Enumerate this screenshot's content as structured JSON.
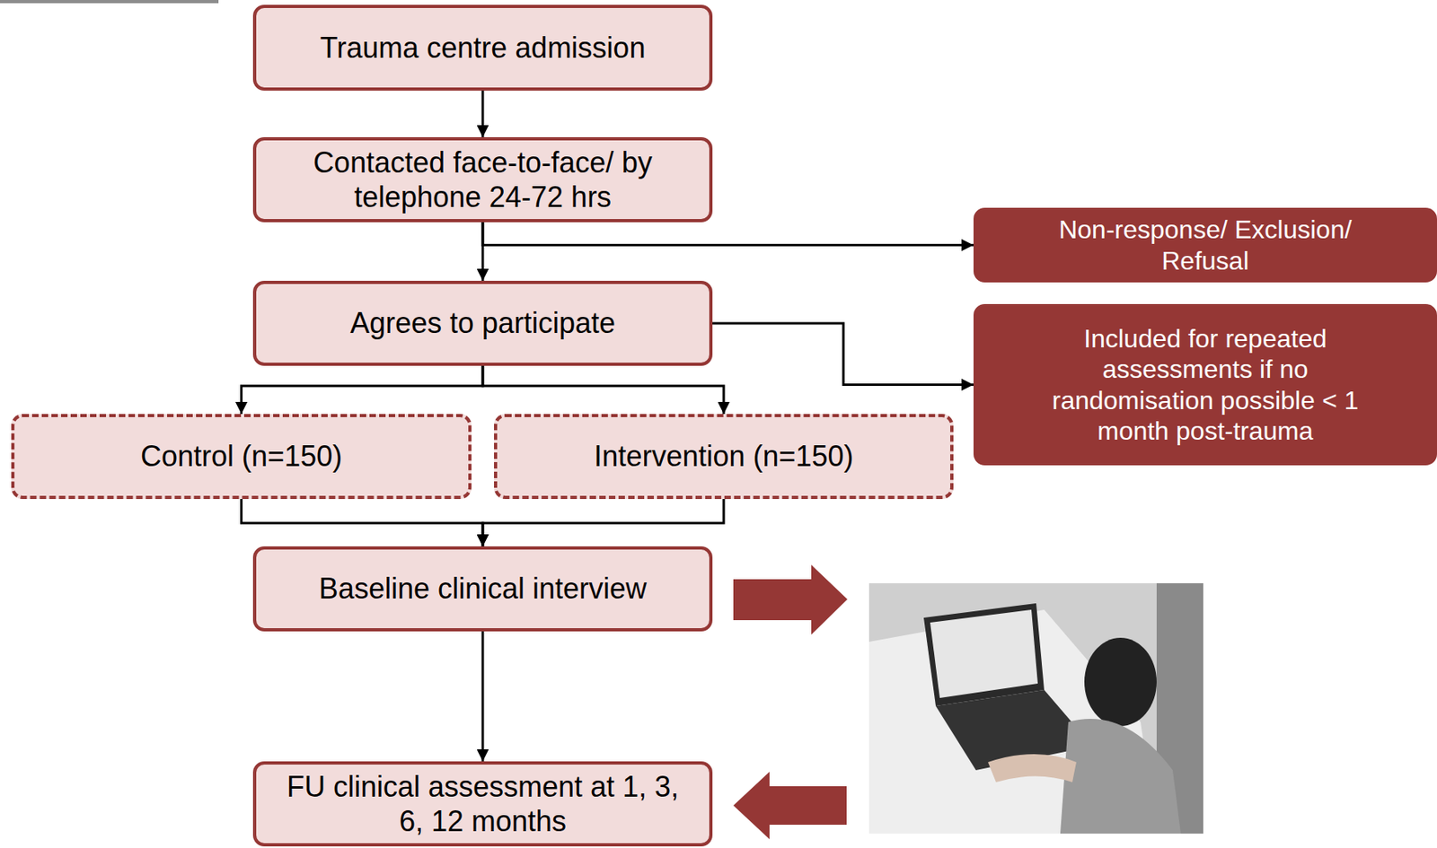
{
  "diagram": {
    "nodes": [
      {
        "text": [
          "Trauma centre admission"
        ]
      },
      {
        "text": [
          "Contacted face-to-face/ by telephone 24-72 hrs"
        ]
      },
      {
        "text": [
          "Non-response/ Exclusion/ Refusal"
        ]
      },
      {
        "text": [
          "Agrees to participate"
        ]
      },
      {
        "text": [
          "Included for repeated assessments if no randomisation possible < 1 month post-trauma"
        ]
      },
      {
        "text": [
          "Control (n=150)"
        ]
      },
      {
        "text": [
          "Intervention (n=150)"
        ]
      },
      {
        "text": [
          "Baseline clinical interview"
        ]
      },
      {
        "text": [
          "FU clinical assessment at 1, 3, 6, 12 months"
        ]
      }
    ],
    "edges": [
      {
        "from": 0,
        "to": 1,
        "arrow": "to"
      },
      {
        "from": 1,
        "to": 3,
        "arrow": "to"
      },
      {
        "from": 1,
        "to": 2,
        "arrow": "to"
      },
      {
        "from": 3,
        "to": 4,
        "arrow": "to"
      },
      {
        "from": 3,
        "to": 5,
        "arrow": "to"
      },
      {
        "from": 3,
        "to": 6,
        "arrow": "to"
      },
      {
        "from": 5,
        "to": 7,
        "arrow": "to"
      },
      {
        "from": 6,
        "to": 7,
        "arrow": "to"
      },
      {
        "from": 7,
        "to": 8,
        "arrow": "to"
      }
    ]
  }
}
